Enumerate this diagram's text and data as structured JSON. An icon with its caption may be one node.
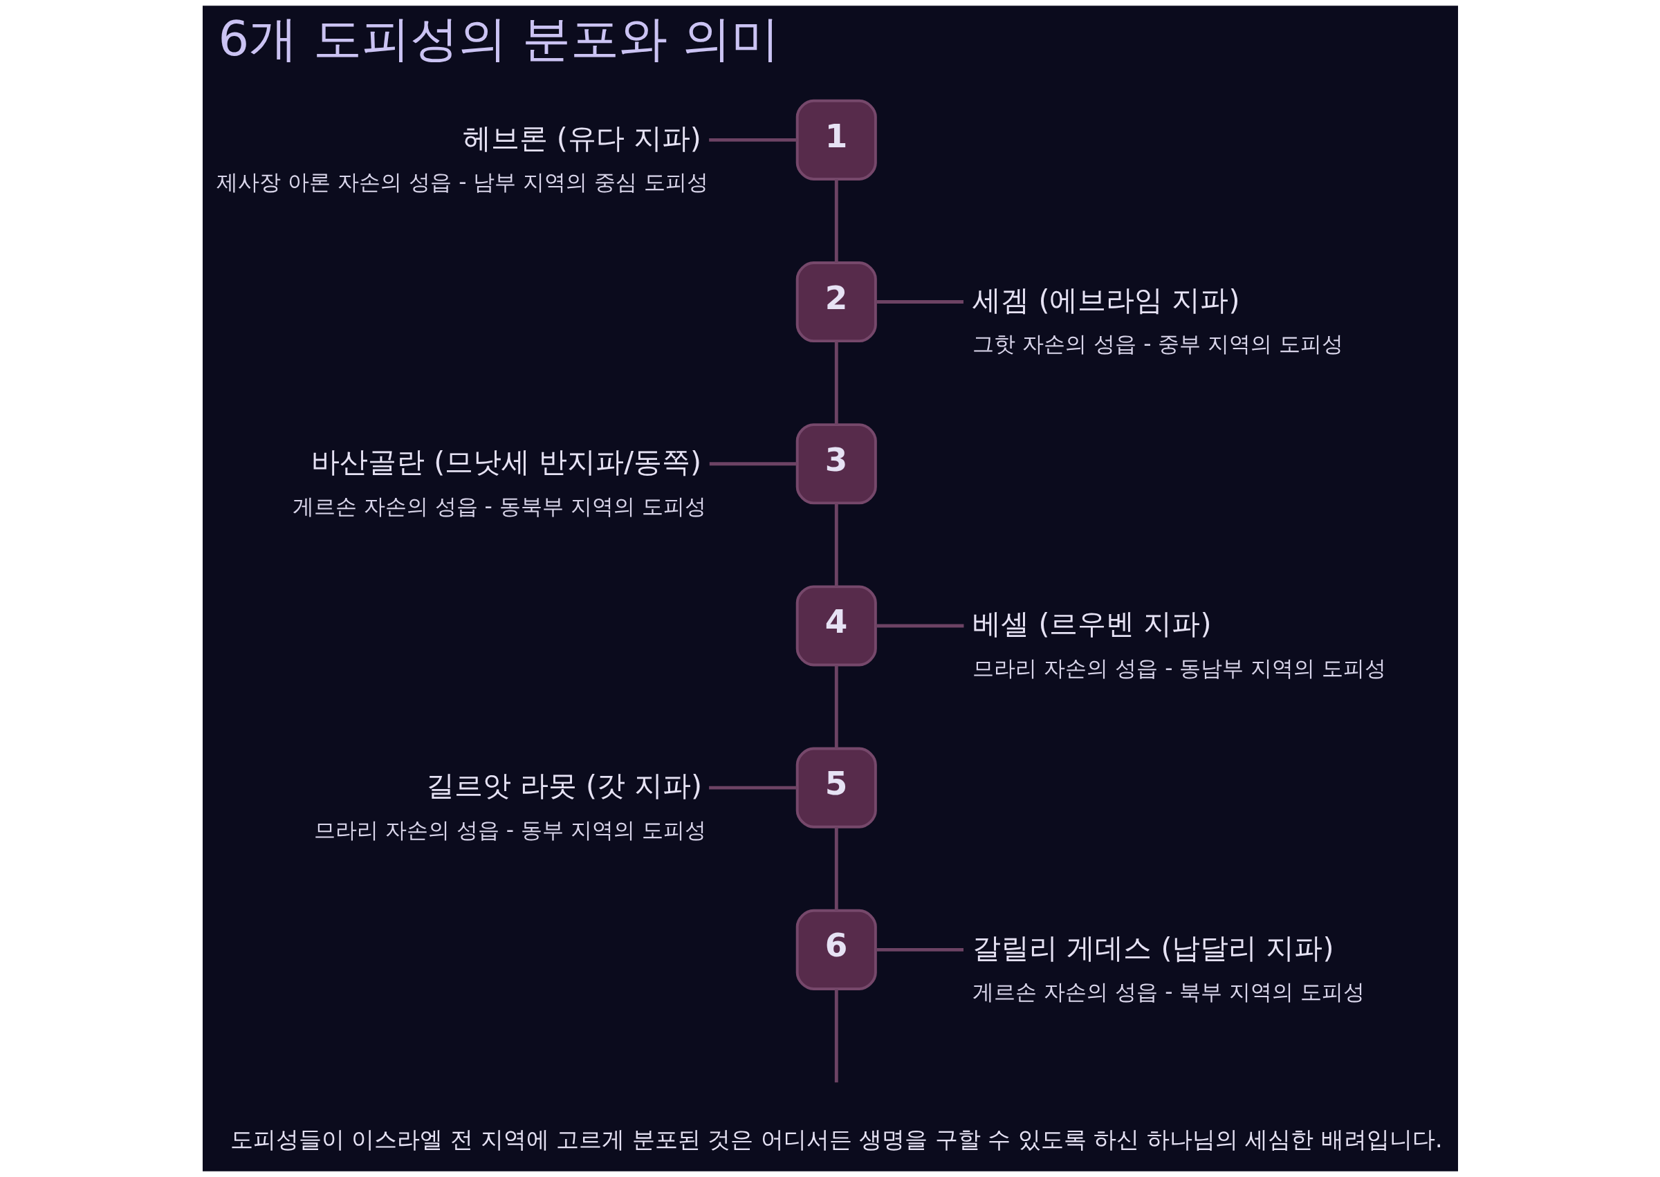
{
  "diagram": {
    "title": "6개 도피성의 분포와 의미",
    "caption": "도피성들이 이스라엘 전 지역에 고르게 분포된 것은 어디서든 생명을 구할 수 있도록 하신 하나님의 세심한 배려입니다.",
    "nodes": [
      {
        "text": [
          "헤브론 (유다 지파)",
          "제사장 아론 자손의 성읍 - 남부 지역의 중심 도피성"
        ]
      },
      {
        "text": [
          "1"
        ]
      },
      {
        "text": [
          "2"
        ]
      },
      {
        "text": [
          "세겜 (에브라임 지파)",
          "그핫 자손의 성읍 - 중부 지역의 도피성"
        ]
      },
      {
        "text": [
          "바산골란 (므낫세 반지파/동쪽)",
          "게르손 자손의 성읍 - 동북부 지역의 도피성"
        ]
      },
      {
        "text": [
          "3"
        ]
      },
      {
        "text": [
          "4"
        ]
      },
      {
        "text": [
          "베셀 (르우벤 지파)",
          "므라리 자손의 성읍 - 동남부 지역의 도피성"
        ]
      },
      {
        "text": [
          "길르앗 라못 (갓 지파)",
          "므라리 자손의 성읍 - 동부 지역의 도피성"
        ]
      },
      {
        "text": [
          "5"
        ]
      },
      {
        "text": [
          "6"
        ]
      },
      {
        "text": [
          "갈릴리 게데스 (납달리 지파)",
          "게르손 자손의 성읍 - 북부 지역의 도피성"
        ]
      }
    ],
    "edges": [
      {
        "from": 0,
        "to": 1,
        "arrow": "none"
      },
      {
        "from": 1,
        "to": 2,
        "arrow": "none"
      },
      {
        "from": 2,
        "to": 3,
        "arrow": "none"
      },
      {
        "from": 4,
        "to": 5,
        "arrow": "none"
      },
      {
        "from": 2,
        "to": 5,
        "arrow": "none"
      },
      {
        "from": 5,
        "to": 6,
        "arrow": "none"
      },
      {
        "from": 6,
        "to": 7,
        "arrow": "none"
      },
      {
        "from": 8,
        "to": 9,
        "arrow": "none"
      },
      {
        "from": 6,
        "to": 9,
        "arrow": "none"
      },
      {
        "from": 9,
        "to": 10,
        "arrow": "none"
      },
      {
        "from": 10,
        "to": 11,
        "arrow": "none"
      },
      {
        "from": 10,
        "to": null,
        "arrow": "none"
      }
    ]
  }
}
